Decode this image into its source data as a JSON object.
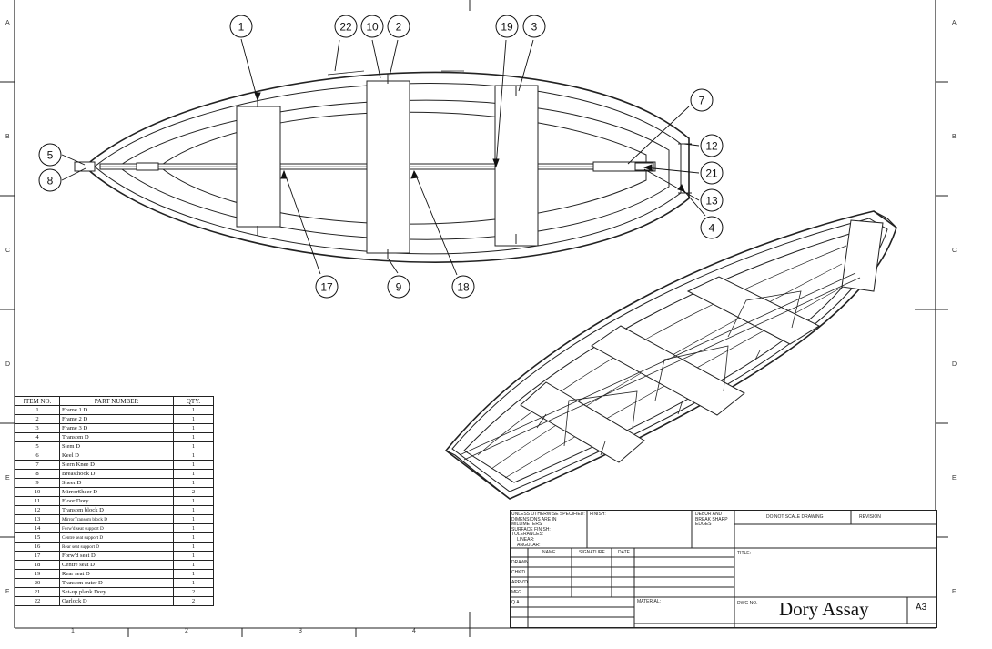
{
  "drawing": {
    "title": "Dory Assay",
    "sheet_size": "A3"
  },
  "zones": {
    "rows": [
      "A",
      "B",
      "C",
      "D",
      "E",
      "F"
    ],
    "cols": [
      "1",
      "2",
      "3",
      "4"
    ]
  },
  "balloons": [
    "1",
    "22",
    "10",
    "2",
    "19",
    "3",
    "7",
    "12",
    "21",
    "13",
    "4",
    "5",
    "8",
    "17",
    "9",
    "18"
  ],
  "bom": {
    "headers": [
      "ITEM NO.",
      "PART NUMBER",
      "QTY."
    ],
    "rows": [
      [
        "1",
        "Frame 1 D",
        "1"
      ],
      [
        "2",
        "Frame 2 D",
        "1"
      ],
      [
        "3",
        "Frame 3 D",
        "1"
      ],
      [
        "4",
        "Transom D",
        "1"
      ],
      [
        "5",
        "Stem D",
        "1"
      ],
      [
        "6",
        "Keel D",
        "1"
      ],
      [
        "7",
        "Stern Knee D",
        "1"
      ],
      [
        "8",
        "Breasthook D",
        "1"
      ],
      [
        "9",
        "Sheer D",
        "1"
      ],
      [
        "10",
        "MirrorSheer D",
        "2"
      ],
      [
        "11",
        "Floor Dory",
        "1"
      ],
      [
        "12",
        "Transom block D",
        "1"
      ],
      [
        "13",
        "MirrorTransom block D",
        "1"
      ],
      [
        "14",
        "Forw'd seat support D",
        "1"
      ],
      [
        "15",
        "Centre seat support D",
        "1"
      ],
      [
        "16",
        "Rear seat support D",
        "1"
      ],
      [
        "17",
        "Forw'd seat D",
        "1"
      ],
      [
        "18",
        "Centre seat D",
        "1"
      ],
      [
        "19",
        "Rear seat D",
        "1"
      ],
      [
        "20",
        "Transom outer D",
        "1"
      ],
      [
        "21",
        "Set-up plank Dory",
        "2"
      ],
      [
        "22",
        "Oarlock D",
        "2"
      ]
    ]
  },
  "title_block": {
    "unless": "UNLESS OTHERWISE SPECIFIED:",
    "dims": "DIMENSIONS ARE IN MILLIMETERS",
    "surface": "SURFACE FINISH:",
    "tol": "TOLERANCES:",
    "linear": "LINEAR:",
    "angular": "ANGULAR:",
    "finish": "FINISH:",
    "deburr": "DEBUR AND BREAK SHARP EDGES",
    "no_scale": "DO NOT SCALE DRAWING",
    "revision": "REVISION",
    "name": "NAME",
    "signature": "SIGNATURE",
    "date": "DATE",
    "drawn": "DRAWN",
    "chkd": "CHK'D",
    "appvd": "APPV'D",
    "mfg": "MFG",
    "qa": "Q.A",
    "title": "TITLE:",
    "material": "MATERIAL:",
    "dwg_no": "DWG NO."
  }
}
